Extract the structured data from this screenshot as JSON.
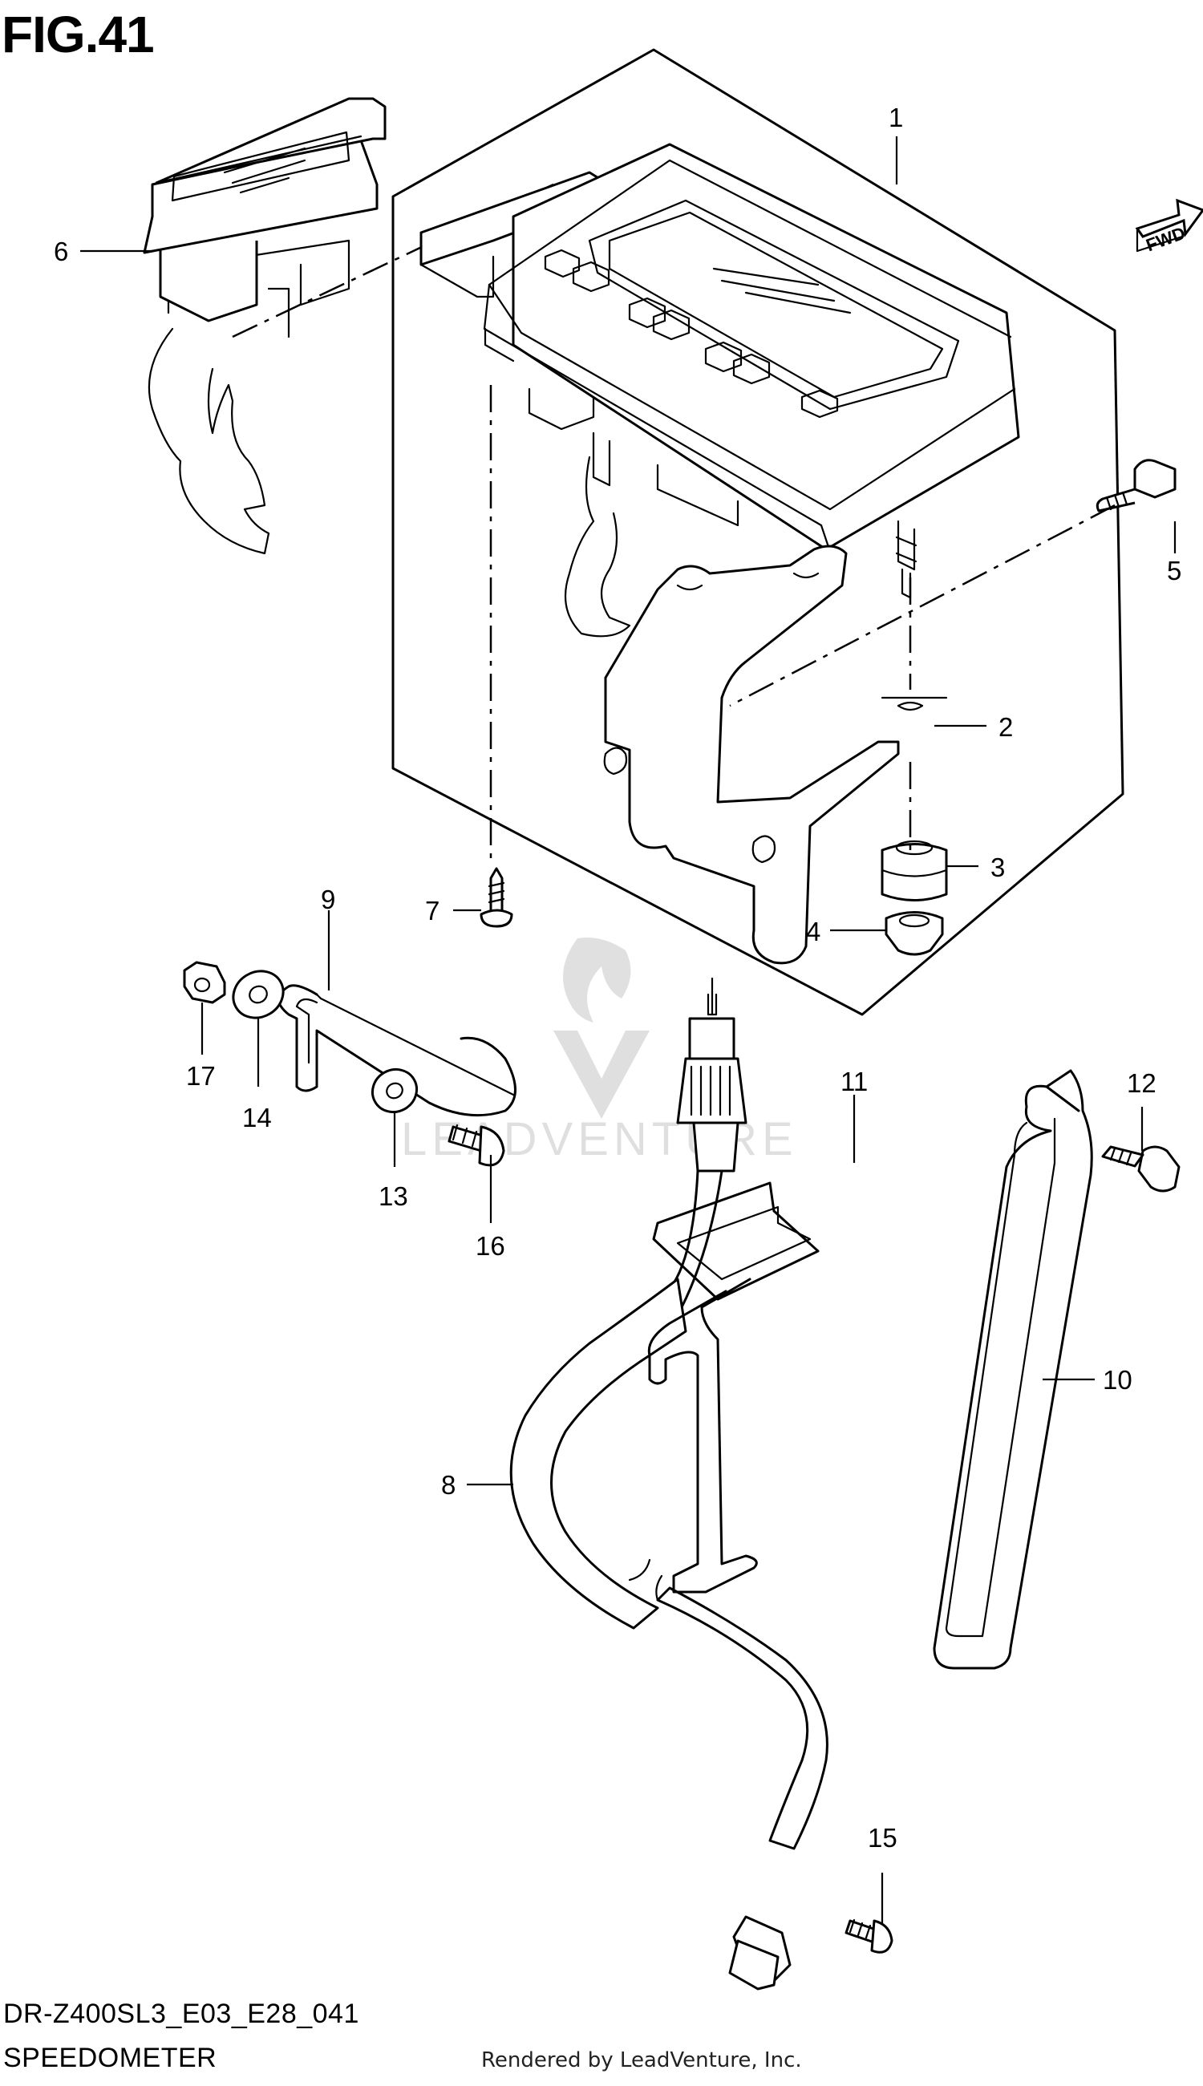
{
  "figure": {
    "title": "FIG.41",
    "code": "DR-Z400SL3_E03_E28_041",
    "name": "SPEEDOMETER",
    "rendered_by": "Rendered by LeadVenture, Inc.",
    "watermark": "LEADVENTURE",
    "fwd_badge": "FWD"
  },
  "parts": [
    {
      "ref": "1"
    },
    {
      "ref": "2"
    },
    {
      "ref": "3"
    },
    {
      "ref": "4"
    },
    {
      "ref": "5"
    },
    {
      "ref": "6"
    },
    {
      "ref": "7"
    },
    {
      "ref": "8"
    },
    {
      "ref": "9"
    },
    {
      "ref": "10"
    },
    {
      "ref": "11"
    },
    {
      "ref": "12"
    },
    {
      "ref": "13"
    },
    {
      "ref": "14"
    },
    {
      "ref": "15"
    },
    {
      "ref": "16"
    },
    {
      "ref": "17"
    }
  ],
  "colors": {
    "line": "#000000",
    "background": "#ffffff",
    "watermark": "#e6e6e6"
  }
}
